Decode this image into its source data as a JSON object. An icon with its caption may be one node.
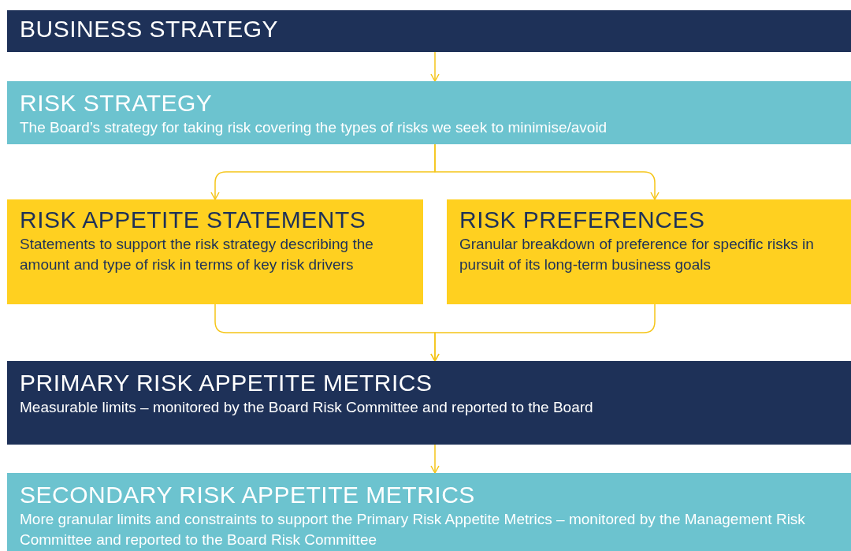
{
  "diagram": {
    "nodes": [
      {
        "text": [
          "BUSINESS STRATEGY"
        ]
      },
      {
        "text": [
          "RISK STRATEGY",
          "The Board’s strategy for taking risk covering the types of risks we seek to minimise/avoid"
        ]
      },
      {
        "text": [
          "RISK APPETITE STATEMENTS",
          "Statements to support the risk strategy describing the amount and type of risk in terms of key risk drivers"
        ]
      },
      {
        "text": [
          "RISK PREFERENCES",
          "Granular breakdown of preference for specific risks in pursuit of its long-term business goals"
        ]
      },
      {
        "text": [
          "PRIMARY RISK APPETITE METRICS",
          "Measurable limits – monitored by the Board Risk Committee and reported to the Board"
        ]
      },
      {
        "text": [
          "SECONDARY RISK APPETITE METRICS",
          "More granular limits and constraints to support the Primary Risk Appetite Metrics – monitored by the Management Risk Committee and reported to the Board Risk Committee"
        ]
      }
    ],
    "edges": [
      {
        "from": 0,
        "to": 1,
        "arrow": "to"
      },
      {
        "from": 1,
        "to": 2,
        "arrow": "to"
      },
      {
        "from": 1,
        "to": 3,
        "arrow": "to"
      },
      {
        "from": 2,
        "to": 4,
        "arrow": "to"
      },
      {
        "from": 3,
        "to": 4,
        "arrow": "to"
      },
      {
        "from": 4,
        "to": 5,
        "arrow": "to"
      }
    ]
  }
}
